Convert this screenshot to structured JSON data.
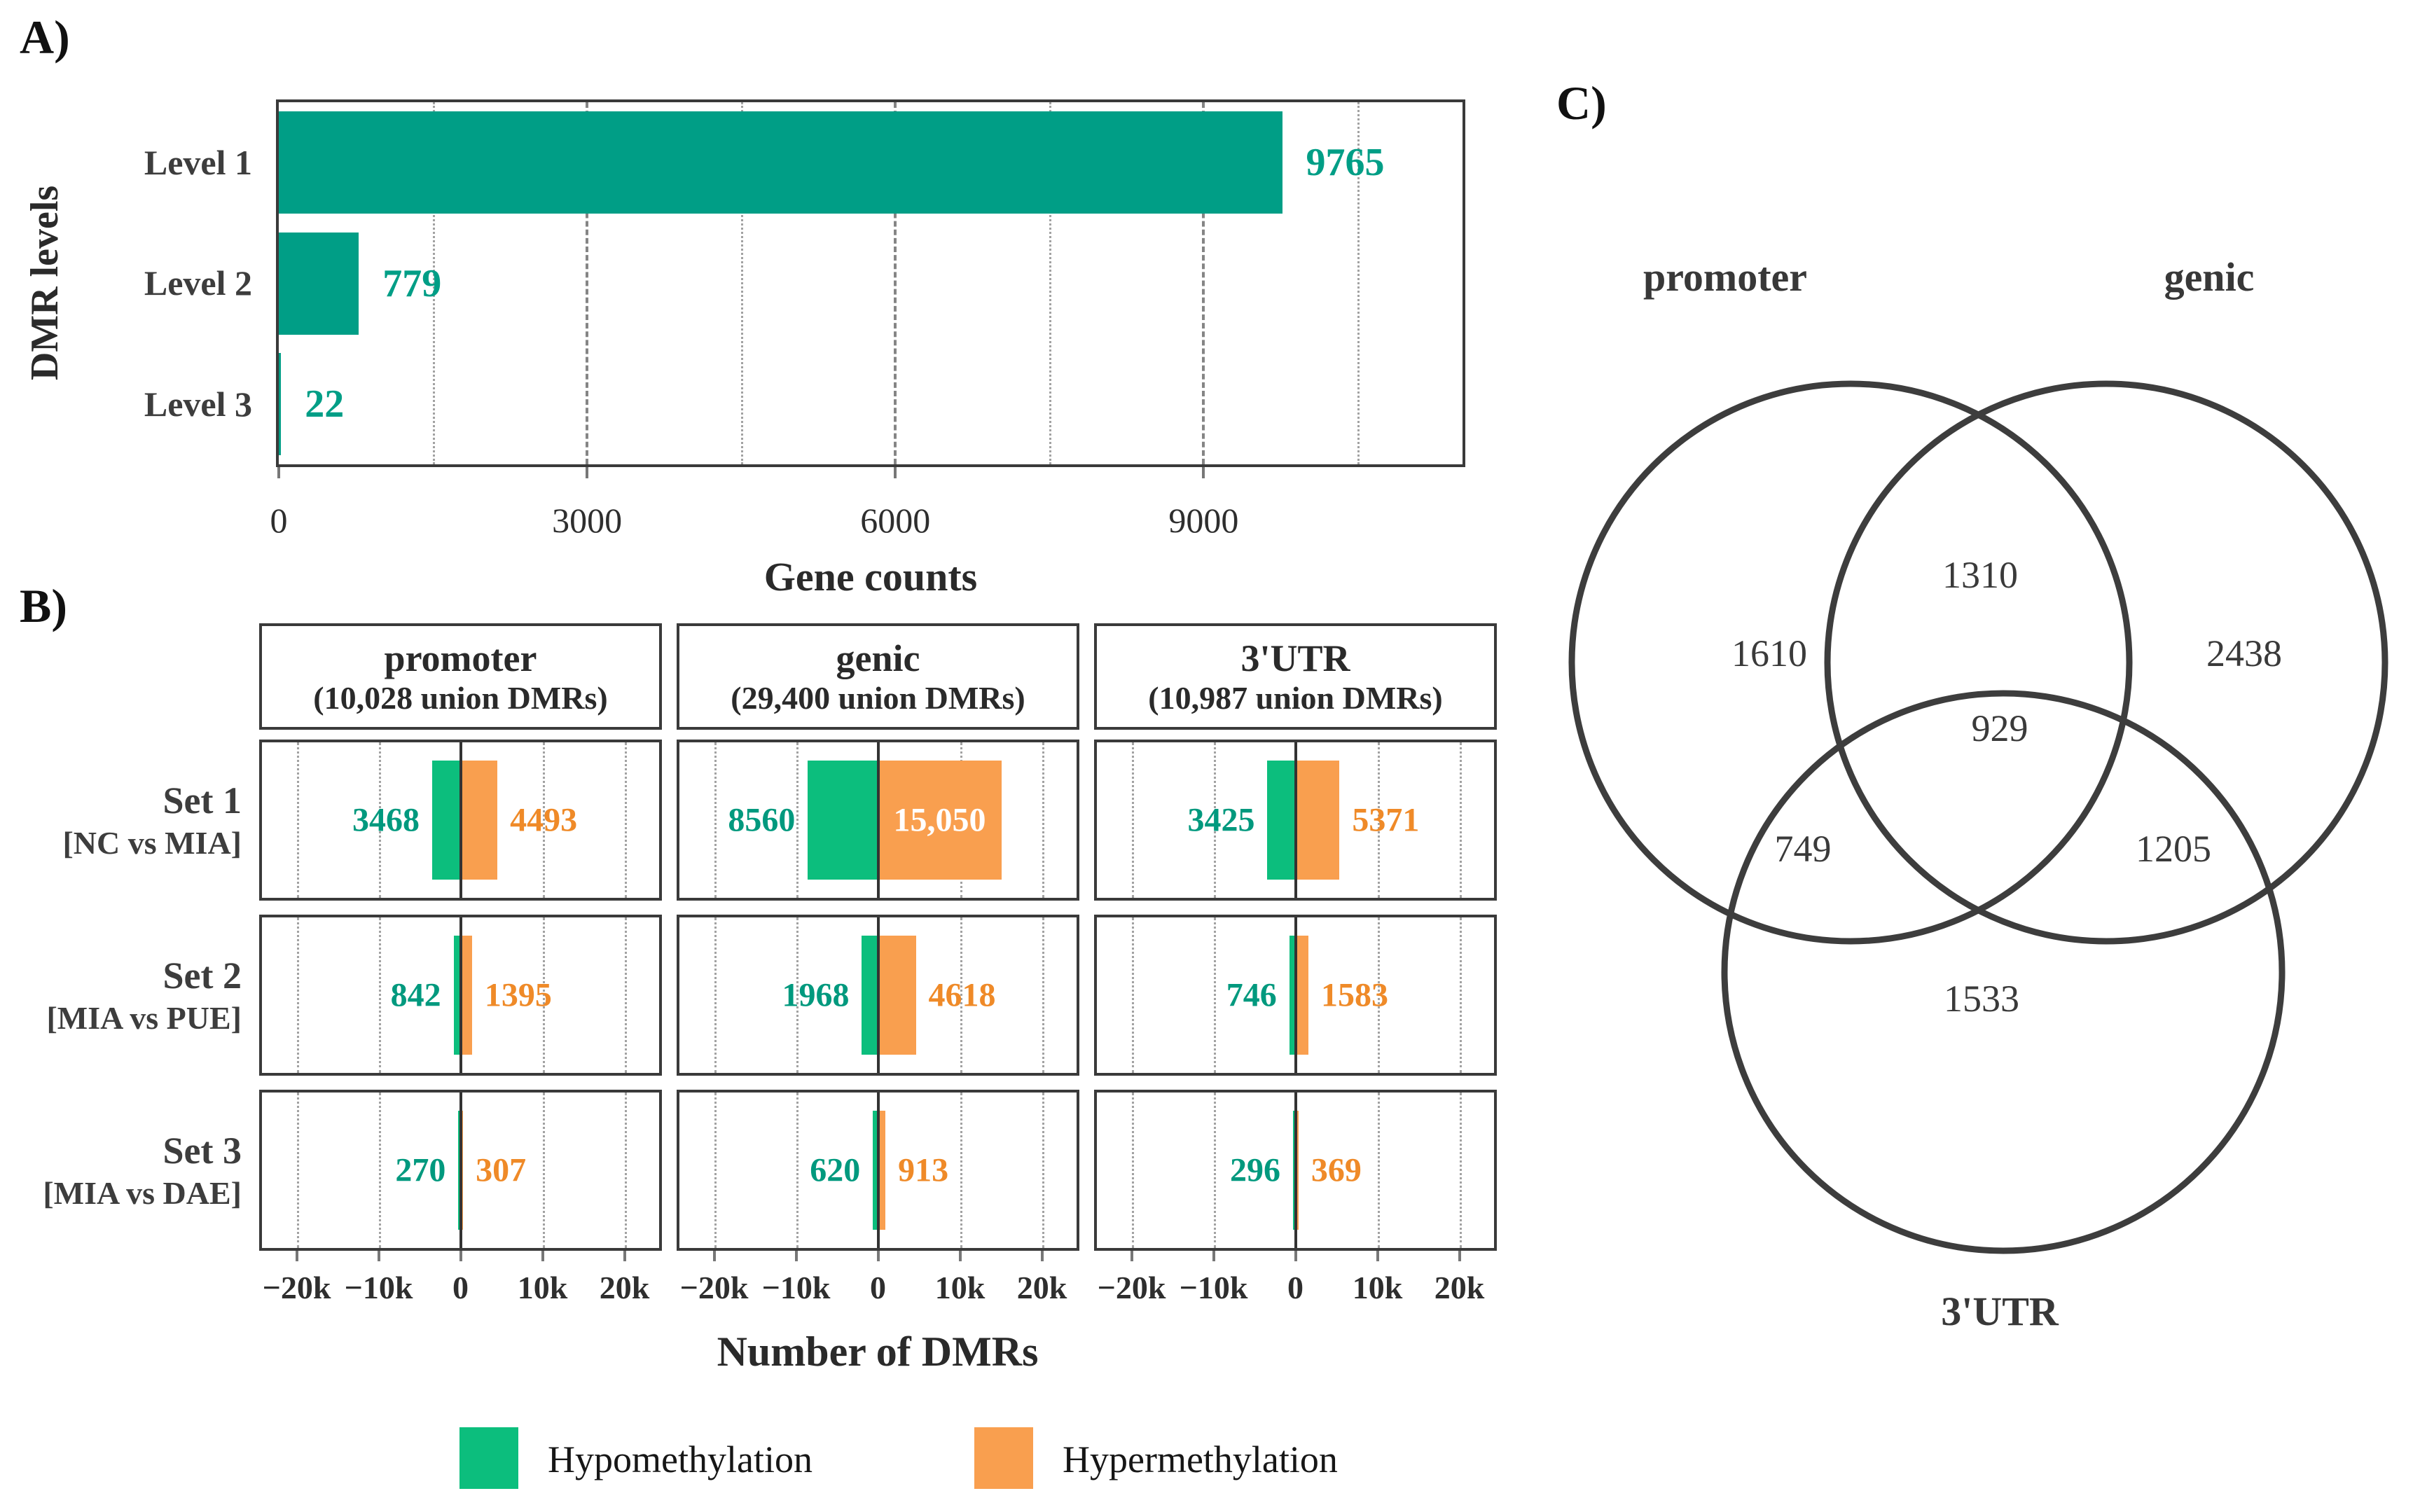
{
  "panels": {
    "a_label": "A)",
    "b_label": "B)",
    "c_label": "C)"
  },
  "legend": {
    "items": [
      {
        "label": "Hypomethylation",
        "color": "#0CBE7D"
      },
      {
        "label": "Hypermethylation",
        "color": "#F99F4F"
      }
    ]
  },
  "chart_data": [
    {
      "id": "gene-counts-by-dmr-level",
      "type": "bar",
      "orientation": "horizontal",
      "categories": [
        "Level 1",
        "Level 2",
        "Level 3"
      ],
      "values": [
        9765,
        779,
        22
      ],
      "value_labels": [
        "9765",
        "779",
        "22"
      ],
      "ylabel": "DMR levels",
      "xlabel": "Gene counts",
      "xlim": [
        0,
        11520
      ],
      "xticks": [
        0,
        3000,
        6000,
        9000
      ],
      "xtick_labels": [
        "0",
        "3000",
        "6000",
        "9000"
      ],
      "minor_gridlines": [
        1500,
        4500,
        7500,
        10500
      ],
      "grid": true,
      "legend_position": "none",
      "bar_color": "#009E86",
      "value_label_color": "#009E86"
    },
    {
      "id": "dmr-counts-by-region-and-set",
      "type": "bar",
      "orientation": "horizontal-diverging",
      "facet_columns": [
        {
          "title": "promoter",
          "subtitle": "(10,028 union DMRs)"
        },
        {
          "title": "genic",
          "subtitle": "(29,400 union DMRs)"
        },
        {
          "title": "3'UTR",
          "subtitle": "(10,987 union DMRs)"
        }
      ],
      "facet_rows": [
        {
          "title": "Set 1",
          "subtitle": "[NC vs MIA]"
        },
        {
          "title": "Set 2",
          "subtitle": "[MIA vs PUE]"
        },
        {
          "title": "Set 3",
          "subtitle": "[MIA vs DAE]"
        }
      ],
      "series": [
        {
          "name": "Hypomethylation",
          "direction": "left",
          "color": "#0CBE7D",
          "label_color": "#00997E",
          "values": [
            [
              3468,
              8560,
              3425
            ],
            [
              842,
              1968,
              746
            ],
            [
              270,
              620,
              296
            ]
          ],
          "value_labels": [
            [
              "3468",
              "8560",
              "3425"
            ],
            [
              "842",
              "1968",
              "746"
            ],
            [
              "270",
              "620",
              "296"
            ]
          ]
        },
        {
          "name": "Hypermethylation",
          "direction": "right",
          "color": "#F99F4F",
          "label_color": "#EF8A28",
          "values": [
            [
              4493,
              15050,
              5371
            ],
            [
              1395,
              4618,
              1583
            ],
            [
              307,
              913,
              369
            ]
          ],
          "value_labels": [
            [
              "4493",
              "15,050",
              "5371"
            ],
            [
              "1395",
              "4618",
              "1583"
            ],
            [
              "307",
              "913",
              "369"
            ]
          ]
        }
      ],
      "inside_labels": [
        {
          "row": 0,
          "col": 1,
          "series": 1,
          "text_color": "#ffffff"
        }
      ],
      "xlabel": "Number of DMRs",
      "xlim": [
        -24200,
        24200
      ],
      "xticks": [
        -20000,
        -10000,
        0,
        10000,
        20000
      ],
      "xtick_labels": [
        "−20k",
        "−10k",
        "0",
        "10k",
        "20k"
      ],
      "grid": true
    },
    {
      "id": "venn-dmr-regions",
      "type": "venn",
      "sets": [
        "promoter",
        "genic",
        "3'UTR"
      ],
      "regions": {
        "promoter_only": 1610,
        "genic_only": 2438,
        "utr_only": 1533,
        "promoter_genic": 1310,
        "promoter_utr": 749,
        "genic_utr": 1205,
        "promoter_genic_utr": 929
      }
    }
  ]
}
